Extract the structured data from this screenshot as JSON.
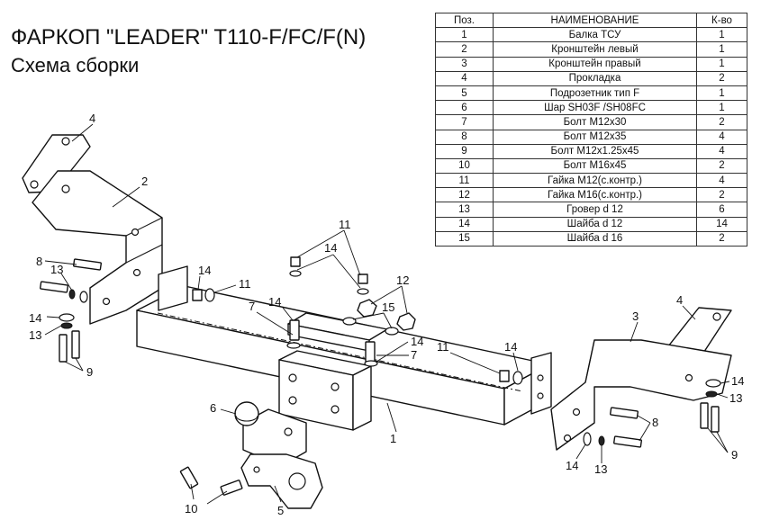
{
  "title": "ФАРКОП \"LEADER\" T110-F/FC/F(N)",
  "subtitle": "Схема сборки",
  "table": {
    "headers": {
      "pos": "Поз.",
      "name": "НАИМЕНОВАНИЕ",
      "qty": "К-во"
    },
    "rows": [
      {
        "pos": "1",
        "name": "Балка ТСУ",
        "qty": "1"
      },
      {
        "pos": "2",
        "name": "Кронштейн левый",
        "qty": "1"
      },
      {
        "pos": "3",
        "name": "Кронштейн правый",
        "qty": "1"
      },
      {
        "pos": "4",
        "name": "Прокладка",
        "qty": "2"
      },
      {
        "pos": "5",
        "name": "Подрозетник тип F",
        "qty": "1"
      },
      {
        "pos": "6",
        "name": "Шар SH03F /SH08FC",
        "qty": "1"
      },
      {
        "pos": "7",
        "name": "Болт M12x30",
        "qty": "2"
      },
      {
        "pos": "8",
        "name": "Болт M12x35",
        "qty": "4"
      },
      {
        "pos": "9",
        "name": "Болт M12x1.25x45",
        "qty": "4"
      },
      {
        "pos": "10",
        "name": "Болт M16x45",
        "qty": "2"
      },
      {
        "pos": "11",
        "name": "Гайка M12(с.контр.)",
        "qty": "4"
      },
      {
        "pos": "12",
        "name": "Гайка  M16(с.контр.)",
        "qty": "2"
      },
      {
        "pos": "13",
        "name": "Гровер d 12",
        "qty": "6"
      },
      {
        "pos": "14",
        "name": "Шайба d 12",
        "qty": "14"
      },
      {
        "pos": "15",
        "name": "Шайба d 16",
        "qty": "2"
      }
    ]
  },
  "callouts": [
    {
      "id": "l4",
      "text": "4"
    },
    {
      "id": "l2",
      "text": "2"
    },
    {
      "id": "l8a",
      "text": "8"
    },
    {
      "id": "l13a",
      "text": "13"
    },
    {
      "id": "l14a",
      "text": "14"
    },
    {
      "id": "l13b",
      "text": "13"
    },
    {
      "id": "l9a",
      "text": "9"
    },
    {
      "id": "l14b",
      "text": "14"
    },
    {
      "id": "l11a",
      "text": "11"
    },
    {
      "id": "l7a",
      "text": "7"
    },
    {
      "id": "l14c",
      "text": "14"
    },
    {
      "id": "l11b",
      "text": "11"
    },
    {
      "id": "l14d",
      "text": "14"
    },
    {
      "id": "l12",
      "text": "12"
    },
    {
      "id": "l15",
      "text": "15"
    },
    {
      "id": "l14e",
      "text": "14"
    },
    {
      "id": "l7b",
      "text": "7"
    },
    {
      "id": "l11c",
      "text": "11"
    },
    {
      "id": "l14f",
      "text": "14"
    },
    {
      "id": "l3",
      "text": "3"
    },
    {
      "id": "l4b",
      "text": "4"
    },
    {
      "id": "l14g",
      "text": "14"
    },
    {
      "id": "l13c",
      "text": "13"
    },
    {
      "id": "l8b",
      "text": "8"
    },
    {
      "id": "l9b",
      "text": "9"
    },
    {
      "id": "l14h",
      "text": "14"
    },
    {
      "id": "l13d",
      "text": "13"
    },
    {
      "id": "l6",
      "text": "6"
    },
    {
      "id": "l1",
      "text": "1"
    },
    {
      "id": "l10",
      "text": "10"
    },
    {
      "id": "l5",
      "text": "5"
    }
  ]
}
